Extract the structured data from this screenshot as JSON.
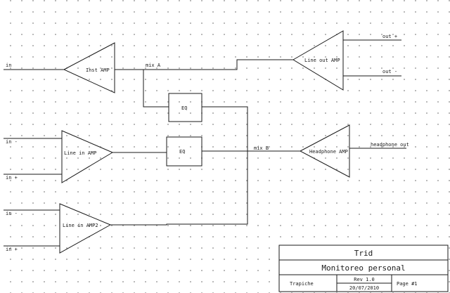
{
  "components": {
    "inst_amp": "Inst AMP",
    "line_out_amp": "Line out AMP",
    "line_in_amp": "Line in AMP",
    "line_in_amp2": "Line in AMP2",
    "headphone_amp": "Headphone AMP",
    "eq_top": "EQ",
    "eq_bottom": "EQ"
  },
  "nets": {
    "in_top": "in",
    "in_minus_1": "in -",
    "in_plus_1": "in +",
    "in_minus_2": "in -",
    "in_plus_2": "in +",
    "mix_a": "mix A",
    "mix_b": "mix B",
    "out_plus": "out +",
    "out_minus": "out -",
    "headphone_out": "headphone out"
  },
  "title_block": {
    "title": "Trid",
    "subtitle": "Monitoreo personal",
    "author": "Trapiche",
    "rev": "Rev 1.0",
    "date": "20/07/2010",
    "page": "Page #1"
  }
}
